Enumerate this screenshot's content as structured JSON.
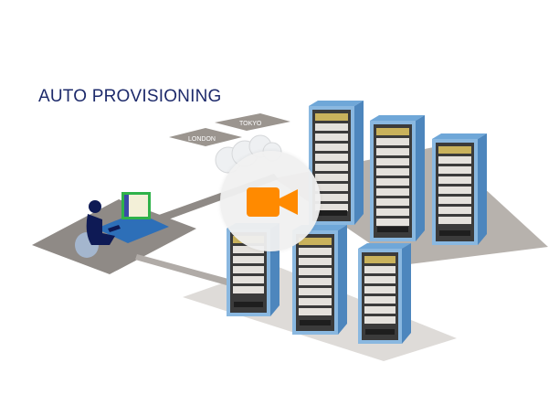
{
  "title": "AUTO PROVISIONING",
  "locations": {
    "london": "LONDON",
    "tokyo": "TOKYO"
  },
  "video": {
    "icon": "video-camera-icon",
    "color": "#ff8a00"
  }
}
